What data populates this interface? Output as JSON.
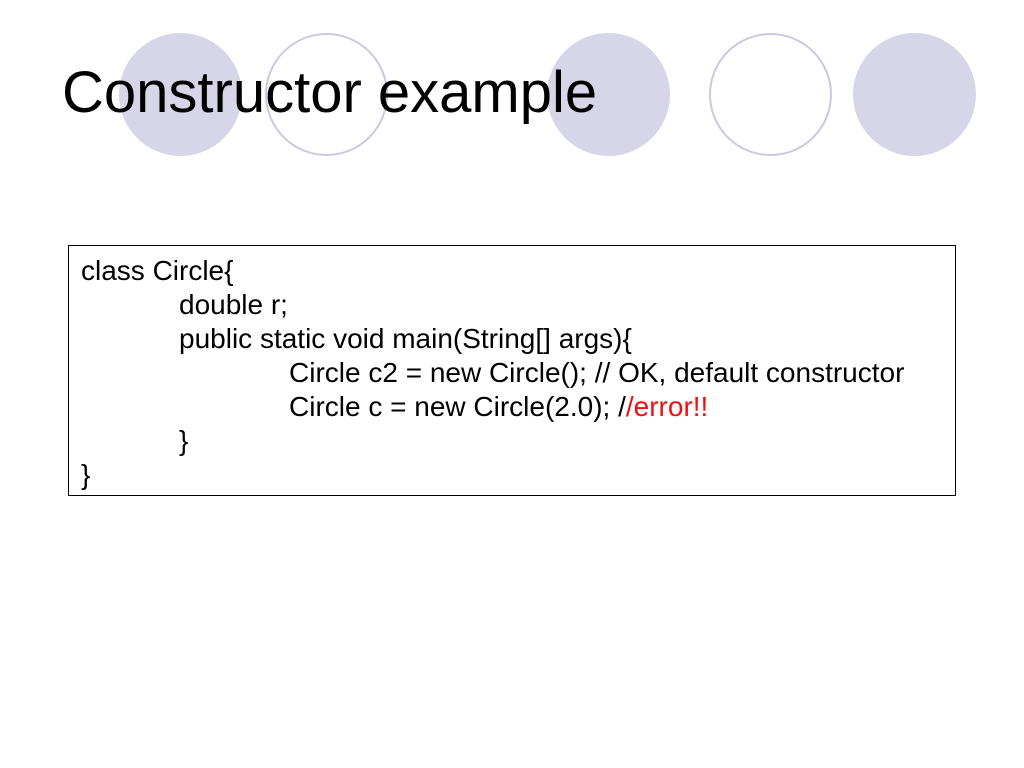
{
  "slide": {
    "title": "Constructor example",
    "decoration": {
      "circles": [
        {
          "name": "decorative-circle-1",
          "style": "filled"
        },
        {
          "name": "decorative-circle-2",
          "style": "outlined"
        },
        {
          "name": "decorative-circle-3",
          "style": "filled"
        },
        {
          "name": "decorative-circle-4",
          "style": "outlined"
        },
        {
          "name": "decorative-circle-5",
          "style": "filled"
        }
      ]
    },
    "code": {
      "lines": [
        {
          "indent": 0,
          "text": "class Circle{"
        },
        {
          "indent": 1,
          "text": "double r;"
        },
        {
          "indent": 1,
          "text": "public static void main(String[] args){"
        },
        {
          "indent": 2,
          "text": "Circle c2 = new Circle(); // OK, default constructor"
        },
        {
          "indent": 2,
          "text": "Circle c = new Circle(2.0); /",
          "error_suffix": "/error!!"
        },
        {
          "indent": 1,
          "text": "}"
        },
        {
          "indent": 0,
          "text": "}"
        }
      ]
    },
    "colors": {
      "background": "#ffffff",
      "title_text": "#000000",
      "code_text": "#000000",
      "error_text": "#ee1111",
      "circle_fill": "#d6d6e8",
      "circle_outline": "#c9c9e0",
      "code_box_border": "#000000"
    }
  }
}
